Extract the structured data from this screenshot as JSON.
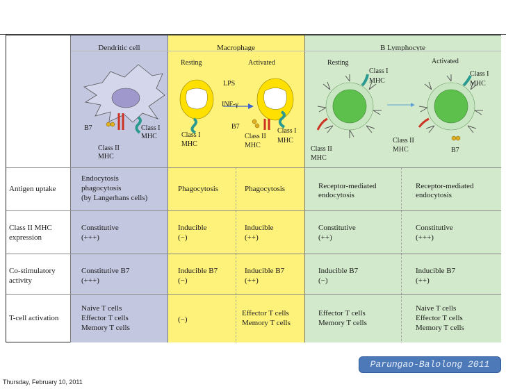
{
  "headers": {
    "dendritic": "Dendritic cell",
    "macrophage": "Macrophage",
    "blymph": "B Lymphocyte"
  },
  "diagram": {
    "dc_b7": "B7",
    "dc_class2": "Class II",
    "dc_mhc2": "MHC",
    "dc_class1": "Class I",
    "dc_mhc1": "MHC",
    "mac_resting": "Resting",
    "mac_activated": "Activated",
    "mac_lps": "LPS",
    "mac_infg": "INF-γ",
    "mac_class1_left": "Class I",
    "mac_mhc_left": "MHC",
    "mac_b7": "B7",
    "mac_class2": "Class II",
    "mac_mhc2": "MHC",
    "mac_class1_right": "Class I",
    "mac_mhc_right": "MHC",
    "bl_resting": "Resting",
    "bl_activated": "Activated",
    "bl_class1_left": "Class I",
    "bl_mhc1_left": "MHC",
    "bl_class2_left": "Class II",
    "bl_mhc2_left": "MHC",
    "bl_class1_right": "Class I",
    "bl_mhc1_right": "MHC",
    "bl_class2_right": "Class II",
    "bl_mhc2_right": "MHC",
    "bl_b7": "B7"
  },
  "rows": [
    {
      "label": "Antigen uptake",
      "dc": [
        "Endocytosis",
        "phagocytosis",
        "(by Langerhans cells)"
      ],
      "mac_rest": [
        "Phagocytosis"
      ],
      "mac_act": [
        "Phagocytosis"
      ],
      "bl_rest": [
        "Receptor-mediated",
        "endocytosis"
      ],
      "bl_act": [
        "Receptor-mediated",
        "endocytosis"
      ]
    },
    {
      "label": "Class II MHC expression",
      "label_lines": [
        "Class II MHC",
        "expression"
      ],
      "dc": [
        "Constitutive",
        "(+++)"
      ],
      "mac_rest": [
        "Inducible",
        "(−)"
      ],
      "mac_act": [
        "Inducible",
        "(++)"
      ],
      "bl_rest": [
        "Constitutive",
        "(++)"
      ],
      "bl_act": [
        "Constitutive",
        "(+++)"
      ]
    },
    {
      "label_lines": [
        "Co-stimulatory",
        "activity"
      ],
      "dc": [
        "Constitutive B7",
        "(+++)"
      ],
      "mac_rest": [
        "Inducible B7",
        "(−)"
      ],
      "mac_act": [
        "Inducible B7",
        "(++)"
      ],
      "bl_rest": [
        "Inducible B7",
        "(−)"
      ],
      "bl_act": [
        "Inducible B7",
        "(++)"
      ]
    },
    {
      "label_lines": [
        "T-cell activation"
      ],
      "dc": [
        "Naive T cells",
        "Effector T cells",
        "Memory T cells"
      ],
      "mac_rest": [
        "(−)"
      ],
      "mac_act": [
        "Effector T cells",
        "Memory T cells"
      ],
      "bl_rest": [
        "Effector T cells",
        "Memory T cells"
      ],
      "bl_act": [
        "Naive T cells",
        "Effector T cells",
        "Memory T cells"
      ]
    }
  ],
  "credit": "Parungao-Balolong 2011",
  "footer": "Thursday, February 10, 2011",
  "colors": {
    "dendritic_bg": "#c4c7e0",
    "macrophage_bg": "#fff27a",
    "blymph_bg": "#d2eacb",
    "credit_bg": "#4d79b8"
  }
}
